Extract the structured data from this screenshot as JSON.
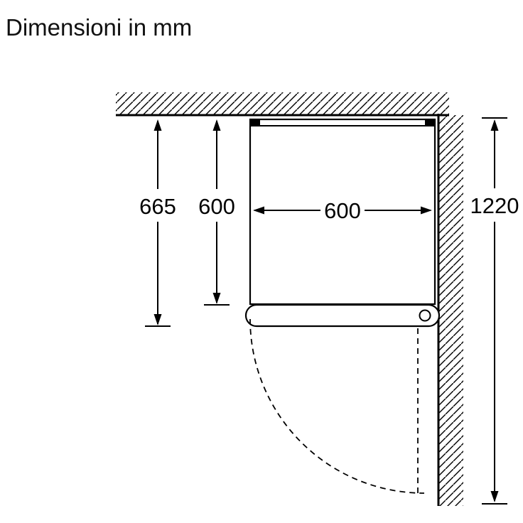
{
  "title": "Dimensioni in mm",
  "diagram": {
    "dimensions": {
      "total_depth": "665",
      "body_depth": "600",
      "width": "600",
      "height": "1220"
    },
    "colors": {
      "line": "#000000",
      "background": "#ffffff"
    }
  }
}
